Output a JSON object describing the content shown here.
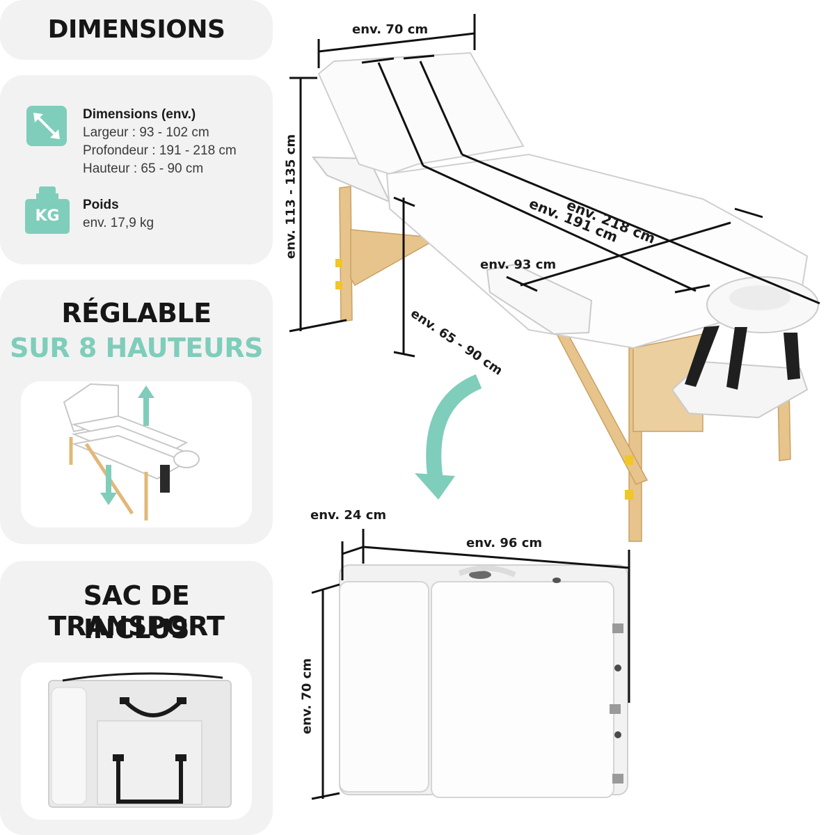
{
  "left": {
    "dimensions_title": "DIMENSIONS",
    "dimensions_heading": "Dimensions (env.)",
    "width_line": "Largeur : 93 - 102 cm",
    "depth_line": "Profondeur : 191 - 218 cm",
    "height_line": "Hauteur : 65 - 90 cm",
    "weight_heading": "Poids",
    "weight_value": "env. 17,9 kg",
    "weight_icon_text": "KG",
    "adjust_title_1": "RÉGLABLE",
    "adjust_title_2": "SUR 8 HAUTEURS",
    "bag_title_1": "SAC DE TRANSPORT",
    "bag_title_2": "INCLUS"
  },
  "table_dims": {
    "backrest_width": "env. 70 cm",
    "total_height": "env. 113 - 135 cm",
    "length_max": "env. 218 cm",
    "length_min": "env. 191 cm",
    "width": "env. 93 cm",
    "height": "env. 65 - 90 cm"
  },
  "folded_dims": {
    "thickness": "env. 24 cm",
    "length": "env. 96 cm",
    "height": "env. 70 cm"
  },
  "colors": {
    "accent": "#7fcdbb",
    "card": "#f2f2f2",
    "wood": "#e7c48c",
    "text": "#1a1a1a"
  },
  "icons": {
    "resize": "diagonal-arrows-icon",
    "weight": "weight-kg-icon",
    "fold": "curved-arrow-down-icon"
  }
}
